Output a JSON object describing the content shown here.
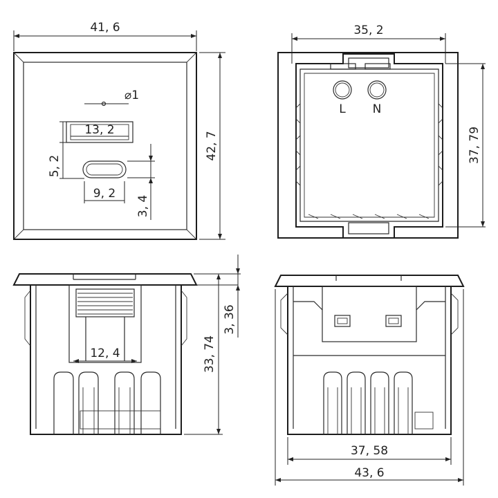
{
  "front_view": {
    "width_dim": "41, 6",
    "height_dim": "42, 7",
    "hole_dim": "⌀1",
    "slot_width_dim": "13, 2",
    "spacing_dim": "5, 2",
    "oval_width_dim": "9, 2",
    "oval_height_dim": "3, 4"
  },
  "rear_view": {
    "width_dim": "35, 2",
    "height_dim": "37, 79",
    "pin_labels": [
      "L",
      "N"
    ]
  },
  "side_view": {
    "inner_width_dim": "12, 4",
    "height_dim": "33, 74",
    "flange_dim": "3, 36"
  },
  "bottom_view": {
    "inner_width_dim": "37, 58",
    "outer_width_dim": "43, 6"
  }
}
